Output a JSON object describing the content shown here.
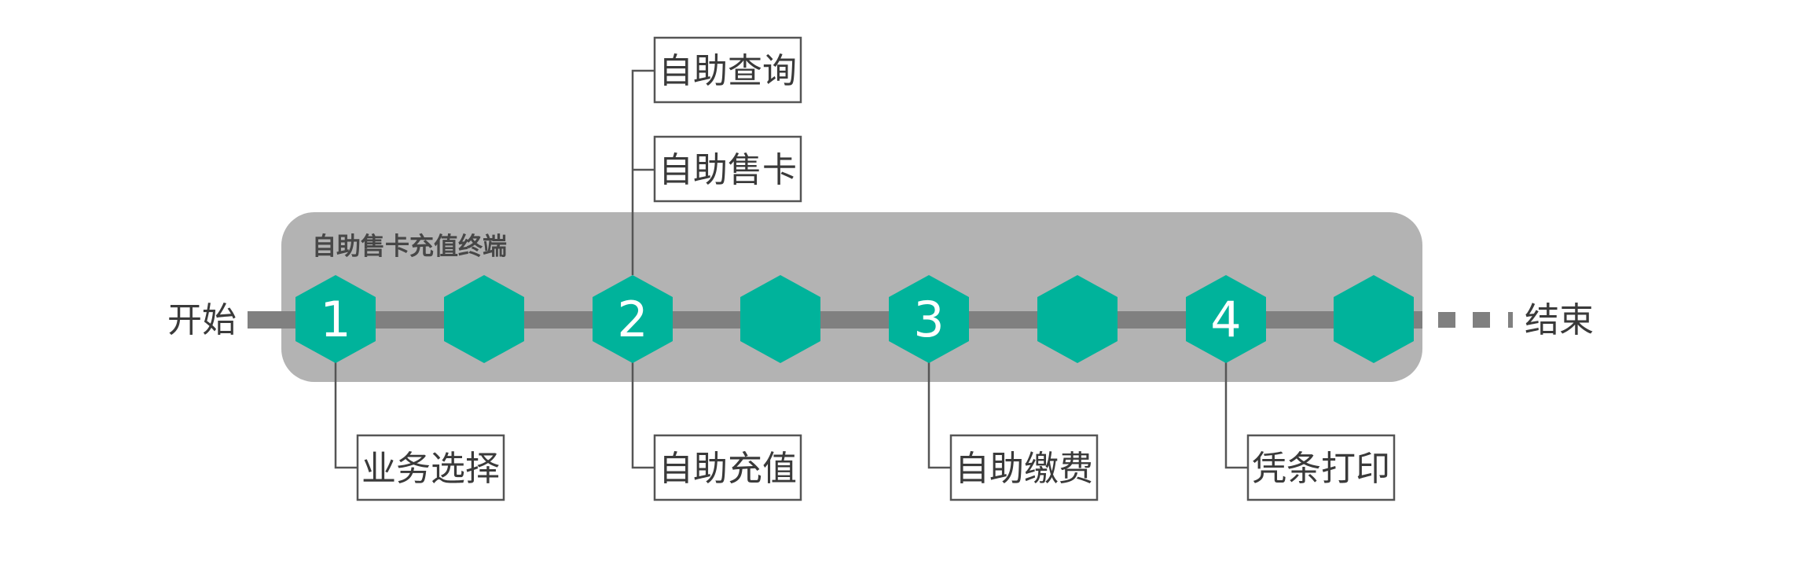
{
  "panel": {
    "title": "自助售卡充值终端"
  },
  "flow": {
    "start_label": "开始",
    "end_label": "结束"
  },
  "steps": [
    {
      "number": "1",
      "labels": [
        "业务选择"
      ]
    },
    {
      "number": "2",
      "labels": [
        "自助充值",
        "自助查询",
        "自助售卡"
      ]
    },
    {
      "number": "3",
      "labels": [
        "自助缴费"
      ]
    },
    {
      "number": "4",
      "labels": [
        "凭条打印"
      ]
    }
  ],
  "colors": {
    "panel": "#b3b3b3",
    "track": "#808080",
    "hexagon": "#00b39b",
    "box_border": "#555555",
    "text": "#3a3a3a"
  },
  "icons": [
    "hexagon-node-icon",
    "dash-marker-icon"
  ]
}
